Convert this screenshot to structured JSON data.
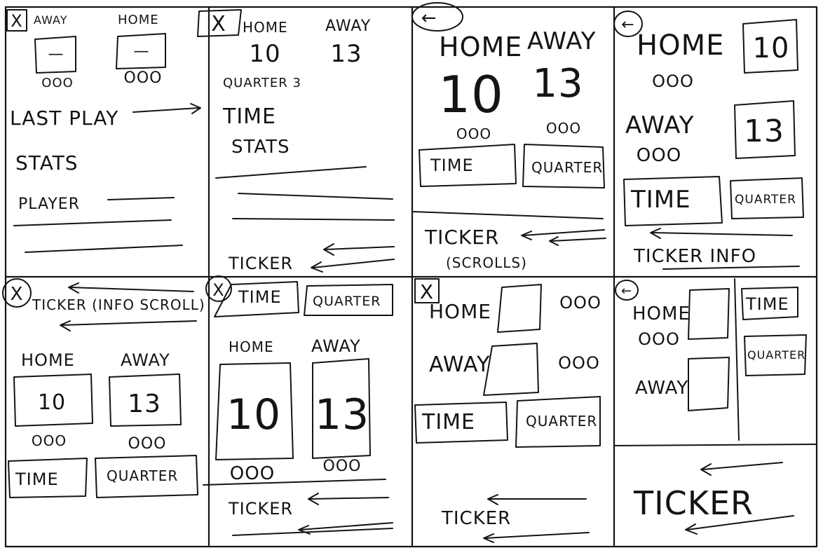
{
  "panels": [
    {
      "marker": "X",
      "away_label": "AWAY",
      "home_label": "HOME",
      "away_score": "—",
      "home_score": "—",
      "away_timeouts": "OOO",
      "home_timeouts": "OOO",
      "last_play_label": "LAST PLAY",
      "stats_label": "STATS",
      "player_label": "PLAYER"
    },
    {
      "marker": "X",
      "home_label": "HOME",
      "away_label": "AWAY",
      "home_score": "10",
      "away_score": "13",
      "quarter_label": "QUARTER 3",
      "time_label": "TIME",
      "stats_label": "STATS",
      "ticker_label": "TICKER"
    },
    {
      "marker": "←",
      "home_label": "HOME",
      "away_label": "AWAY",
      "home_score": "10",
      "away_score": "13",
      "home_timeouts": "OOO",
      "away_timeouts": "OOO",
      "time_label": "TIME",
      "quarter_label": "QUARTER",
      "ticker_label": "TICKER",
      "ticker_note": "(SCROLLS)"
    },
    {
      "marker": "←",
      "home_label": "HOME",
      "home_score": "10",
      "home_timeouts": "OOO",
      "away_label": "AWAY",
      "away_score": "13",
      "away_timeouts": "OOO",
      "time_label": "TIME",
      "quarter_label": "QUARTER",
      "ticker_label": "TICKER INFO"
    },
    {
      "marker": "X",
      "ticker_label": "TICKER (INFO SCROLL)",
      "home_label": "HOME",
      "away_label": "AWAY",
      "home_score": "10",
      "away_score": "13",
      "home_timeouts": "OOO",
      "away_timeouts": "OOO",
      "time_label": "TIME",
      "quarter_label": "QUARTER"
    },
    {
      "marker": "X",
      "time_label": "TIME",
      "quarter_label": "QUARTER",
      "home_label": "HOME",
      "away_label": "AWAY",
      "home_score": "10",
      "away_score": "13",
      "home_timeouts": "OOO",
      "away_timeouts": "OOO",
      "ticker_label": "TICKER"
    },
    {
      "marker": "X",
      "home_label": "HOME",
      "home_timeouts": "OOO",
      "away_label": "AWAY",
      "away_timeouts": "OOO",
      "time_label": "TIME",
      "quarter_label": "QUARTER",
      "ticker_label": "TICKER"
    },
    {
      "marker": "←",
      "home_label": "HOME",
      "home_timeouts": "OOO",
      "away_label": "AWAY",
      "time_label": "TIME",
      "quarter_label": "QUARTER",
      "ticker_label": "TICKER"
    }
  ]
}
